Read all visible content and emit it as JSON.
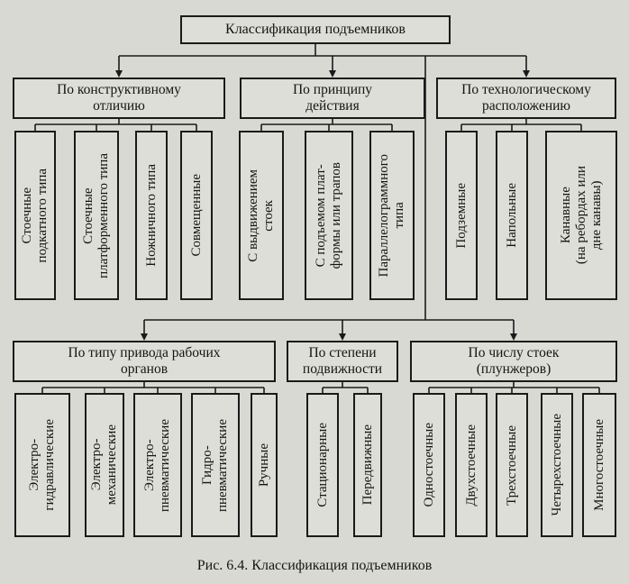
{
  "root": "Классификация подъемников",
  "top_groups": [
    {
      "label": "По конструктивному\nотличию",
      "items": [
        "Стоечные\nподкатного типа",
        "Стоечные\nплатформенного типа",
        "Ножничного типа",
        "Совмещенные"
      ]
    },
    {
      "label": "По принципу\nдействия",
      "items": [
        "С выдвижением\nстоек",
        "С подъемом плат-\nформы или трапов",
        "Параллелограммного\nтипа"
      ]
    },
    {
      "label": "По технологическому\nрасположению",
      "items": [
        "Подземные",
        "Напольные",
        "Канавные\n(на ребордах или\nдне канавы)"
      ]
    }
  ],
  "bottom_groups": [
    {
      "label": "По типу привода рабочих\nорганов",
      "items": [
        "Электро-\nгидравлические",
        "Электро-\nмеханические",
        "Электро-\nпневматические",
        "Гидро-\nпневматические",
        "Ручные"
      ]
    },
    {
      "label": "По степени\nподвижности",
      "items": [
        "Стационарные",
        "Передвижные"
      ]
    },
    {
      "label": "По числу стоек\n(плунжеров)",
      "items": [
        "Одностоечные",
        "Двухстоечные",
        "Трехстоечные",
        "Четырехстоечные",
        "Многостоечные"
      ]
    }
  ],
  "caption": "Рис. 6.4. Классификация подъемников"
}
